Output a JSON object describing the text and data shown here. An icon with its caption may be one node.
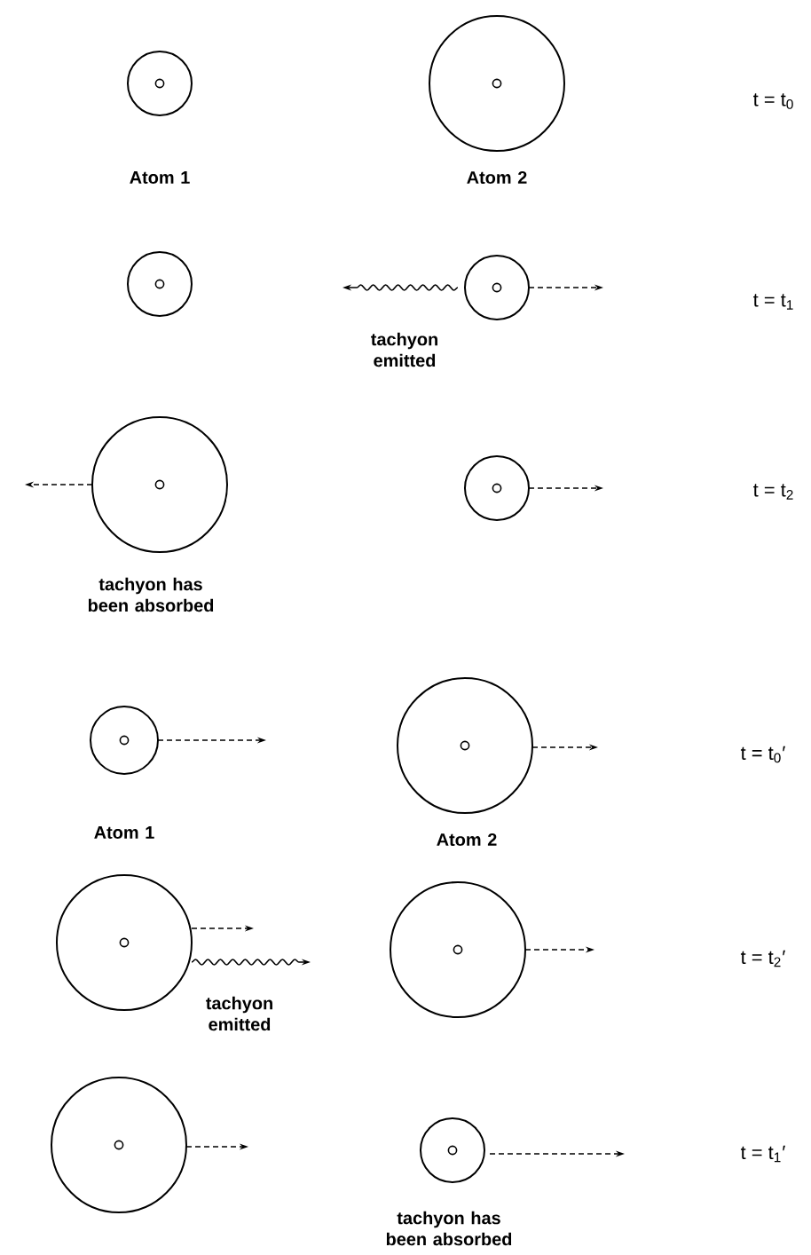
{
  "diagram": {
    "nodes": [
      {
        "text": [],
        "shape": "circle",
        "beside": [
          "Atom 1"
        ]
      },
      {
        "text": [],
        "shape": "circle",
        "beside": [
          "Atom 2"
        ]
      },
      {
        "text": [],
        "shape": "circle"
      },
      {
        "text": [],
        "shape": "circle",
        "beside": [
          "tachyon emitted"
        ]
      },
      {
        "text": [],
        "shape": "circle",
        "beside": [
          "tachyon has been absorbed"
        ]
      },
      {
        "text": [],
        "shape": "circle"
      },
      {
        "text": [],
        "shape": "circle",
        "beside": [
          "Atom 1"
        ]
      },
      {
        "text": [],
        "shape": "circle",
        "beside": [
          "Atom 2"
        ]
      },
      {
        "text": [],
        "shape": "circle",
        "beside": [
          "tachyon emitted"
        ]
      },
      {
        "text": [],
        "shape": "circle"
      },
      {
        "text": [],
        "shape": "circle"
      },
      {
        "text": [],
        "shape": "circle",
        "beside": [
          "tachyon has been absorbed"
        ]
      }
    ],
    "labels": [
      "t = t$_{0}$",
      "t = t$_{1}$",
      "t = t$_{2}$",
      "t = t$_{0}$′",
      "t = t$_{2}$′",
      "t = t$_{1}$′"
    ]
  }
}
